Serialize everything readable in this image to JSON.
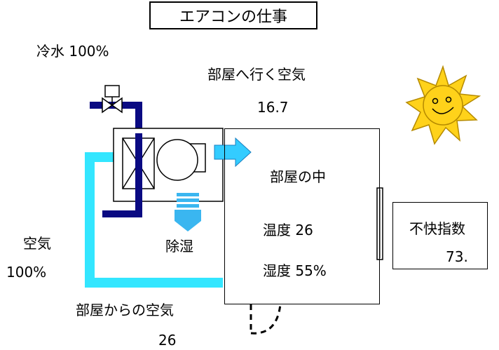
{
  "title": "エアコンの仕事",
  "cold_water": "冷水 100%",
  "supply_air": {
    "label": "部屋へ行く空気",
    "value": "16.7"
  },
  "room": {
    "label": "部屋の中",
    "temperature": "温度 26",
    "humidity": "湿度 55%"
  },
  "dehumidify": "除湿",
  "outside_air": {
    "label": "空気",
    "value": "100%"
  },
  "return_air": {
    "label": "部屋からの空気",
    "value": "26"
  },
  "discomfort_index": {
    "label": "不快指数",
    "value": "73."
  },
  "colors": {
    "water_pipe": "#0a0a82",
    "air_duct": "#33e6ff",
    "sun_face": "#ffd21a",
    "dehumidify": "#3ab6f0"
  }
}
